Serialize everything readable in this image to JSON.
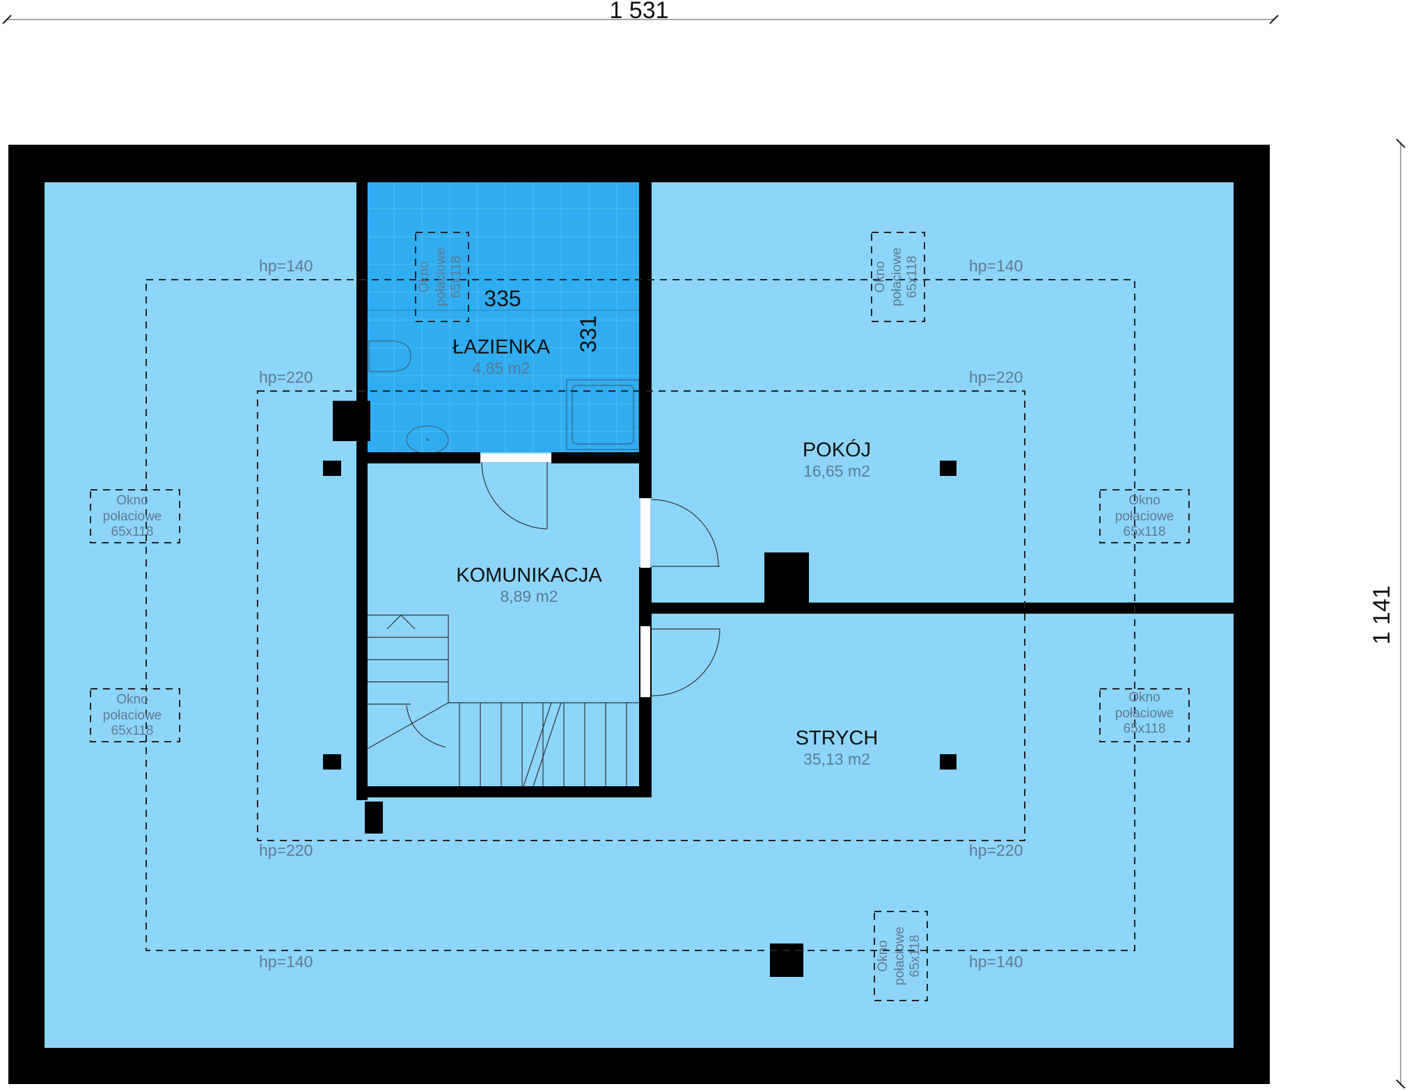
{
  "dimensions": {
    "overall_width": "1 531",
    "overall_height": "1 141",
    "bathroom_width": "335",
    "bathroom_depth": "331"
  },
  "rooms": {
    "bathroom": {
      "name": "ŁAZIENKA",
      "area": "4,85 m2"
    },
    "room": {
      "name": "POKÓJ",
      "area": "16,65 m2"
    },
    "hall": {
      "name": "KOMUNIKACJA",
      "area": "8,89 m2"
    },
    "attic": {
      "name": "STRYCH",
      "area": "35,13 m2"
    }
  },
  "heights": {
    "hp140": "hp=140",
    "hp220": "hp=220"
  },
  "window": {
    "line1": "Okno",
    "line2": "połaciowe",
    "line3": "65x118"
  },
  "colors": {
    "floor": "#8dd5fb",
    "bathroom": "#30adf2",
    "wall": "#000000"
  }
}
